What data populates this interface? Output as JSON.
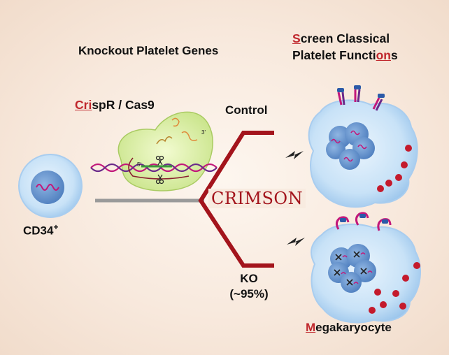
{
  "knockout_title": "Knockout Platelet Genes",
  "screen_title": {
    "line1_first": "S",
    "line1_rest": "creen Classical",
    "line2_pre": "Platelet Functi",
    "line2_mid": "on",
    "line2_last": "s"
  },
  "crispr": {
    "underlined": "Cri",
    "rest": "spR / Cas9"
  },
  "control_label": "Control",
  "ko_label": {
    "line1": "KO",
    "line2": "(~95%)"
  },
  "cd34_label": {
    "text": "CD34",
    "superscript": "+"
  },
  "crimson_label": "CRIMSON",
  "megakaryocyte_label": {
    "first": "M",
    "rest": "egakaryocyte"
  },
  "guide_labels": {
    "three_prime": "3'",
    "five_prime": "5'"
  },
  "colors": {
    "accent_red": "#c0272d",
    "fork_red": "#a3141c",
    "cell_blue": "#bcd9f3",
    "nucleus_blue": "#6e9ad0",
    "dna_pink": "#c2187a",
    "cas9_green": "#d8ef9a",
    "granule_red": "#c41a2c"
  }
}
